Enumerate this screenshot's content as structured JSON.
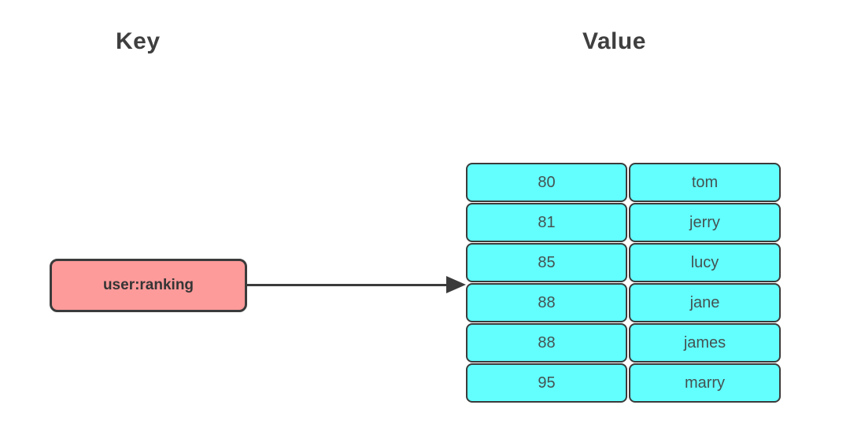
{
  "diagram": {
    "headers": {
      "key": "Key",
      "value": "Value"
    },
    "key_box": {
      "label": "user:ranking"
    },
    "value_table": {
      "rows": [
        {
          "score": "80",
          "member": "tom"
        },
        {
          "score": "81",
          "member": "jerry"
        },
        {
          "score": "85",
          "member": "lucy"
        },
        {
          "score": "88",
          "member": "jane"
        },
        {
          "score": "88",
          "member": "james"
        },
        {
          "score": "95",
          "member": "marry"
        }
      ]
    },
    "colors": {
      "key_fill": "#FD9A9A",
      "value_fill": "#63FFFF",
      "stroke": "#3B3B3B",
      "header_text": "#3F3F3F",
      "key_text": "#353535",
      "cell_text": "#455252"
    }
  }
}
